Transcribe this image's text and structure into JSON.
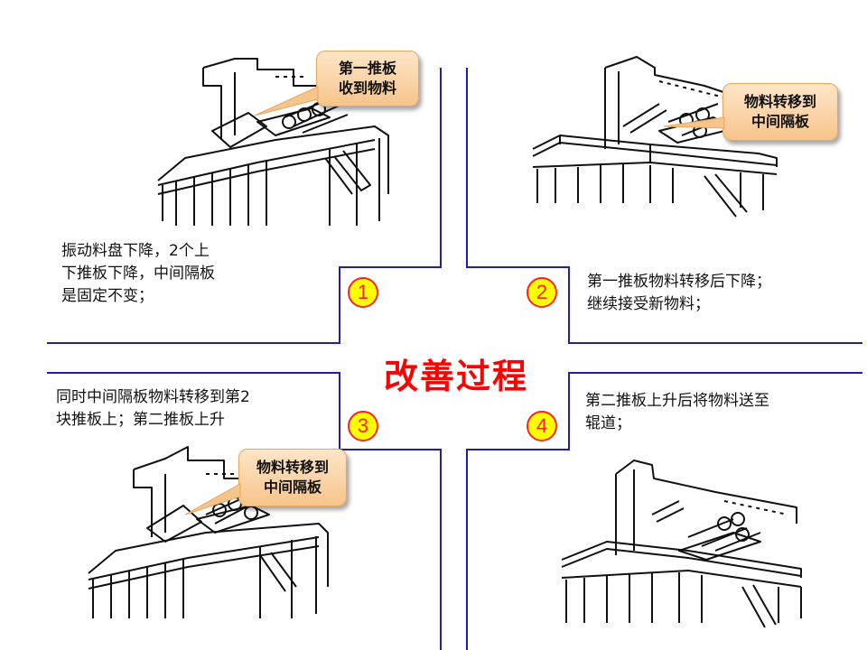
{
  "title": "改善过程",
  "colors": {
    "title": "#ff0000",
    "lines": "#1f1fa8",
    "badge_fill": "#ffff00",
    "badge_border": "#ff2020",
    "callout": "#f7c48b"
  },
  "steps": [
    {
      "number": "1",
      "lines": [
        "振动料盘下降，2个上",
        "下推板下降，中间隔板",
        "是固定不变；"
      ],
      "callout": [
        "第一推板",
        "收到物料"
      ]
    },
    {
      "number": "2",
      "lines": [
        "第一推板物料转移后下降；",
        "继续接受新物料；"
      ],
      "callout": [
        "物料转移到",
        "中间隔板"
      ]
    },
    {
      "number": "3",
      "lines": [
        "同时中间隔板物料转移到第2",
        "块推板上；第二推板上升"
      ],
      "callout": [
        "物料转移到",
        "中间隔板"
      ]
    },
    {
      "number": "4",
      "lines": [
        "第二推板上升后将物料送至",
        "辊道；"
      ],
      "callout": []
    }
  ]
}
